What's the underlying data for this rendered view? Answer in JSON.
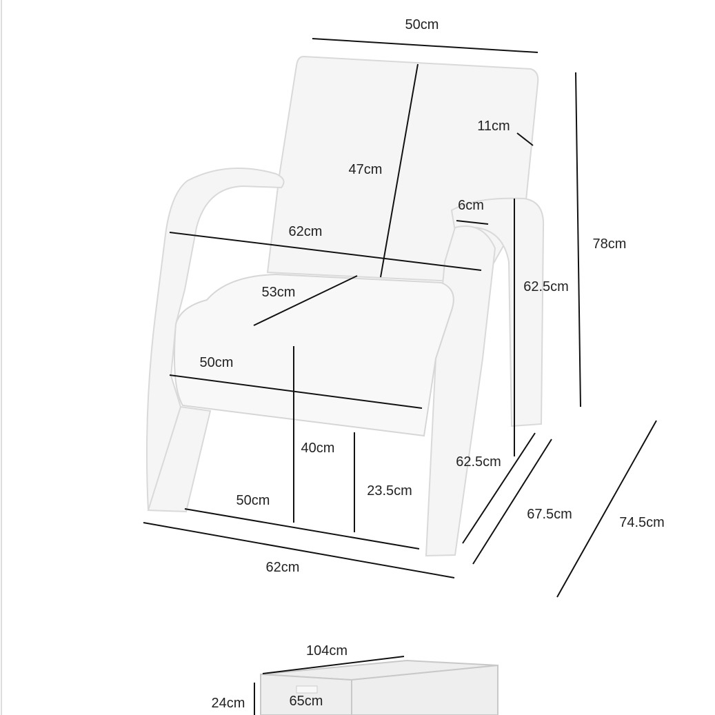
{
  "dimensions": {
    "back_width": "50cm",
    "back_depth": "11cm",
    "back_height": "47cm",
    "arm_width": "6cm",
    "overall_height": "78cm",
    "armrest_span": "62cm",
    "arm_height": "62.5cm",
    "seat_depth": "53cm",
    "seat_width": "50cm",
    "seat_height": "40cm",
    "front_arm_height": "62.5cm",
    "leg_width": "50cm",
    "clearance_height": "23.5cm",
    "base_depth": "67.5cm",
    "overall_width": "62cm",
    "overall_depth": "74.5cm"
  },
  "package": {
    "length": "104cm",
    "height": "24cm",
    "width": "65cm"
  },
  "colors": {
    "line": "#111111",
    "text": "#222222",
    "chair_fill": "#f5f5f5",
    "chair_stroke": "#d9d9d9",
    "box_fill": "#eeeeee"
  }
}
